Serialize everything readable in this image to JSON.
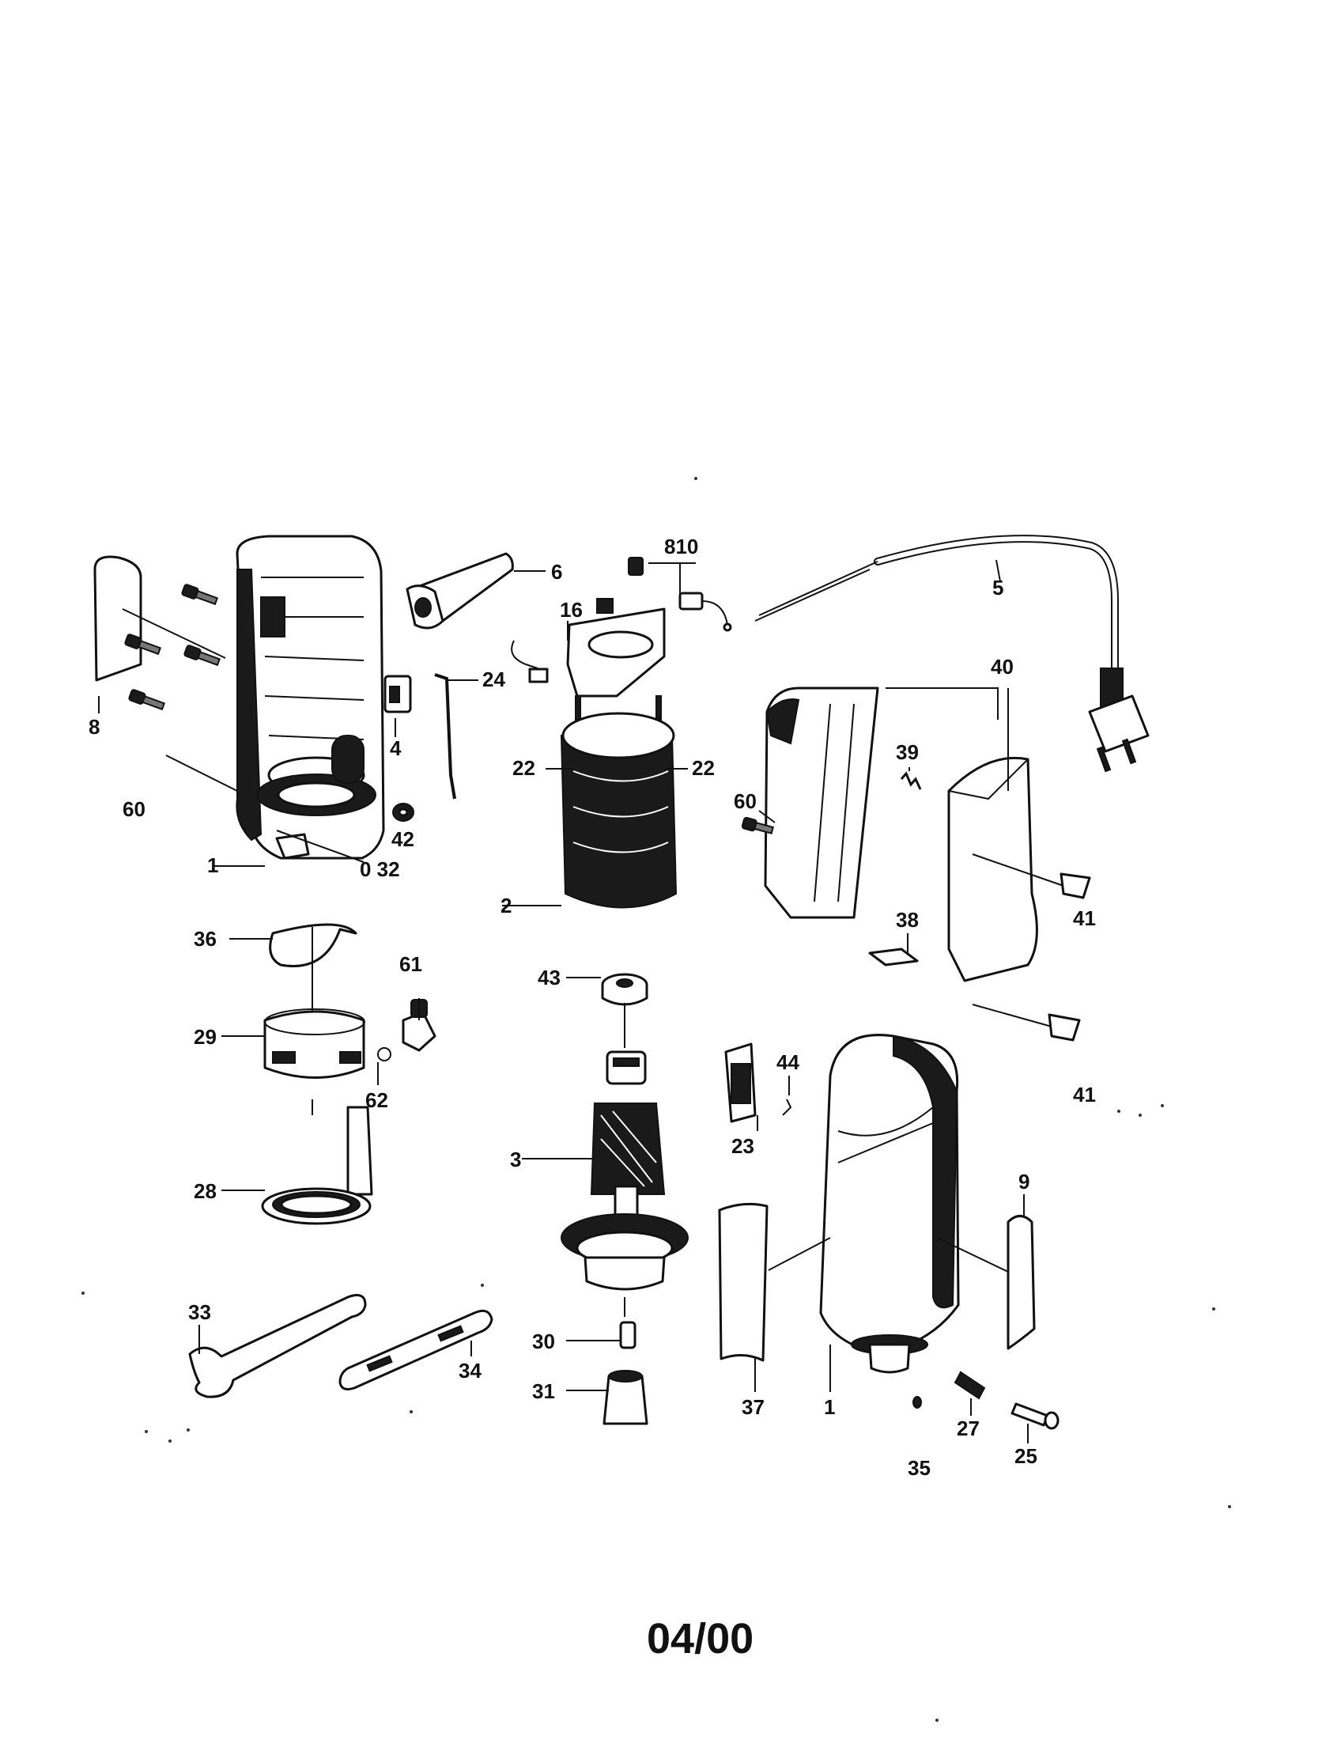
{
  "footer": {
    "date": "04/00"
  },
  "callouts": [
    {
      "id": "c-8a",
      "text": "8"
    },
    {
      "id": "c-60a",
      "text": "60"
    },
    {
      "id": "c-1a",
      "text": "1"
    },
    {
      "id": "c-32",
      "text": "0 32"
    },
    {
      "id": "c-42",
      "text": "42"
    },
    {
      "id": "c-4",
      "text": "4"
    },
    {
      "id": "c-24",
      "text": "24"
    },
    {
      "id": "c-6",
      "text": "6"
    },
    {
      "id": "c-810",
      "text": "810"
    },
    {
      "id": "c-16",
      "text": "16"
    },
    {
      "id": "c-5",
      "text": "5"
    },
    {
      "id": "c-22a",
      "text": "22"
    },
    {
      "id": "c-22b",
      "text": "22"
    },
    {
      "id": "c-60b",
      "text": "60"
    },
    {
      "id": "c-40",
      "text": "40"
    },
    {
      "id": "c-39",
      "text": "39"
    },
    {
      "id": "c-41a",
      "text": "41"
    },
    {
      "id": "c-2",
      "text": "2"
    },
    {
      "id": "c-38",
      "text": "38"
    },
    {
      "id": "c-36",
      "text": "36"
    },
    {
      "id": "c-61",
      "text": "61"
    },
    {
      "id": "c-43",
      "text": "43"
    },
    {
      "id": "c-29",
      "text": "29"
    },
    {
      "id": "c-62",
      "text": "62"
    },
    {
      "id": "c-44",
      "text": "44"
    },
    {
      "id": "c-41b",
      "text": "41"
    },
    {
      "id": "c-3",
      "text": "3"
    },
    {
      "id": "c-23",
      "text": "23"
    },
    {
      "id": "c-28",
      "text": "28"
    },
    {
      "id": "c-9",
      "text": "9"
    },
    {
      "id": "c-33",
      "text": "33"
    },
    {
      "id": "c-34",
      "text": "34"
    },
    {
      "id": "c-30",
      "text": "30"
    },
    {
      "id": "c-31",
      "text": "31"
    },
    {
      "id": "c-37",
      "text": "37"
    },
    {
      "id": "c-1b",
      "text": "1"
    },
    {
      "id": "c-27",
      "text": "27"
    },
    {
      "id": "c-25",
      "text": "25"
    },
    {
      "id": "c-35",
      "text": "35"
    }
  ]
}
